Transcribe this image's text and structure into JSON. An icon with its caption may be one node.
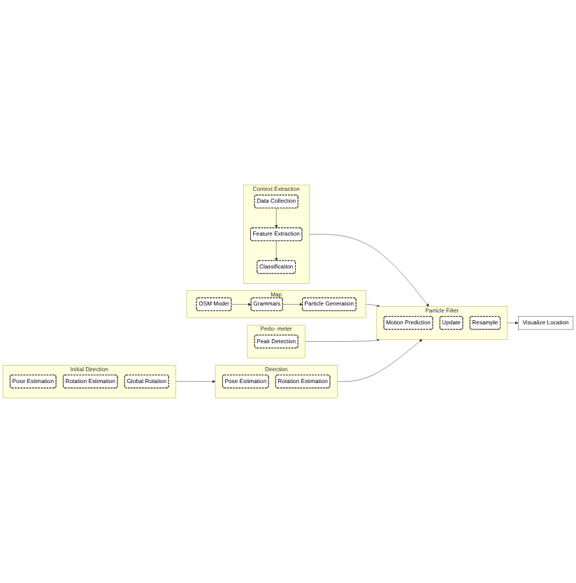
{
  "diagram": {
    "nodes": [
      {
        "text": [
          "Context Extraction"
        ]
      },
      {
        "text": [
          "Data Collection"
        ],
        "in": 0
      },
      {
        "text": [
          "Feature Extraction"
        ],
        "in": 0
      },
      {
        "text": [
          "Classification"
        ],
        "in": 0
      },
      {
        "text": [
          "Map"
        ]
      },
      {
        "text": [
          "OSM Model"
        ],
        "in": 4
      },
      {
        "text": [
          "Grammars"
        ],
        "in": 4
      },
      {
        "text": [
          "Particle Generation"
        ],
        "in": 4
      },
      {
        "text": [
          "Pedo- meter"
        ]
      },
      {
        "text": [
          "Peak Detection"
        ],
        "in": 8
      },
      {
        "text": [
          "Particle Filter"
        ]
      },
      {
        "text": [
          "Motion Prediction"
        ],
        "in": 10
      },
      {
        "text": [
          "Update"
        ],
        "in": 10
      },
      {
        "text": [
          "Resample"
        ],
        "in": 10
      },
      {
        "text": [
          "Initial Direction"
        ]
      },
      {
        "text": [
          "Pose Estimation"
        ],
        "in": 14
      },
      {
        "text": [
          "Rotation Estimation"
        ],
        "in": 14
      },
      {
        "text": [
          "Global Rotation"
        ],
        "in": 14
      },
      {
        "text": [
          "Direction"
        ]
      },
      {
        "text": [
          "Pose Estimation"
        ],
        "in": 18
      },
      {
        "text": [
          "Rotation Estimation"
        ],
        "in": 18
      },
      {
        "text": [
          "Visualize Location"
        ]
      }
    ],
    "edges": [
      {
        "from": 1,
        "to": 2,
        "arrow": "to"
      },
      {
        "from": 2,
        "to": 3,
        "arrow": "to"
      },
      {
        "from": 5,
        "to": 6,
        "arrow": "to"
      },
      {
        "from": 6,
        "to": 7,
        "arrow": "to"
      },
      {
        "from": 0,
        "to": 10,
        "arrow": "to"
      },
      {
        "from": 4,
        "to": 10,
        "arrow": "to"
      },
      {
        "from": 8,
        "to": 10,
        "arrow": "to"
      },
      {
        "from": 14,
        "to": 18,
        "arrow": "to"
      },
      {
        "from": 18,
        "to": 10,
        "arrow": "to"
      },
      {
        "from": 10,
        "to": 21,
        "arrow": "to"
      }
    ]
  }
}
